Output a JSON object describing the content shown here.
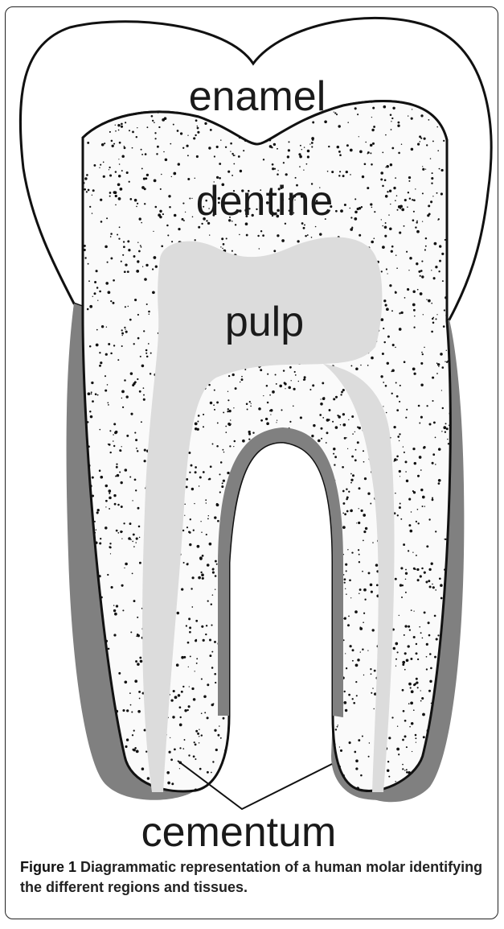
{
  "labels": {
    "enamel": "enamel",
    "dentine": "dentine",
    "pulp": "pulp",
    "cementum": "cementum"
  },
  "caption": {
    "figure_label": "Figure 1",
    "text": "Diagrammatic representation of a human molar identifying the different regions and tissues."
  },
  "colors": {
    "enamel_fill": "#ffffff",
    "dentine_fill": "#fafafa",
    "dentine_dots": "#111111",
    "pulp_fill": "#dcdcdc",
    "cementum_fill": "#808080",
    "outline": "#111111"
  }
}
